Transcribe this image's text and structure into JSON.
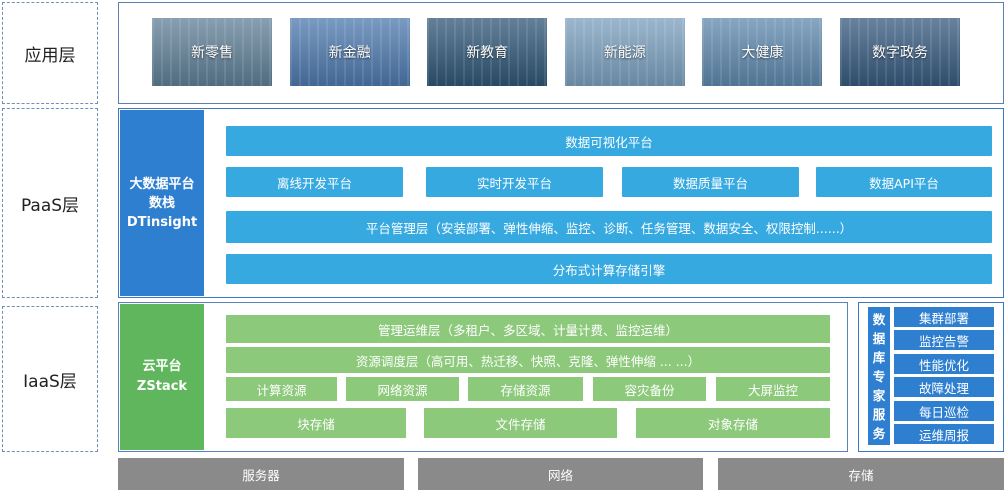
{
  "layers": {
    "app": "应用层",
    "paas": "PaaS层",
    "iaas": "IaaS层"
  },
  "app_tiles": [
    {
      "label": "新零售",
      "color": "#5f7f96"
    },
    {
      "label": "新金融",
      "color": "#4d79ad"
    },
    {
      "label": "新教育",
      "color": "#2f5676"
    },
    {
      "label": "新能源",
      "color": "#7a9fbd"
    },
    {
      "label": "大健康",
      "color": "#5e88ad"
    },
    {
      "label": "数字政务",
      "color": "#36597e"
    }
  ],
  "paas": {
    "side": [
      "大数据平台",
      "数栈",
      "DTinsight"
    ],
    "top": "数据可视化平台",
    "row": [
      "离线开发平台",
      "实时开发平台",
      "数据质量平台",
      "数据API平台"
    ],
    "mgmt": "平台管理层（安装部署、弹性伸缩、监控、诊断、任务管理、数据安全、权限控制......）",
    "engine": "分布式计算存储引擎"
  },
  "iaas": {
    "side": [
      "云平台",
      "ZStack"
    ],
    "ops": "管理运维层（多租户、多区域、计量计费、监控运维）",
    "sched": "资源调度层（高可用、热迁移、快照、克隆、弹性伸缩 ... ...）",
    "res": [
      "计算资源",
      "网络资源",
      "存储资源",
      "容灾备份",
      "大屏监控"
    ],
    "storage": [
      "块存储",
      "文件存储",
      "对象存储"
    ]
  },
  "db_service": {
    "side": [
      "数",
      "据",
      "库",
      "专",
      "家",
      "服",
      "务"
    ],
    "items": [
      "集群部署",
      "监控告警",
      "性能优化",
      "故障处理",
      "每日巡检",
      "运维周报"
    ]
  },
  "hardware": [
    "服务器",
    "网络",
    "存储"
  ]
}
